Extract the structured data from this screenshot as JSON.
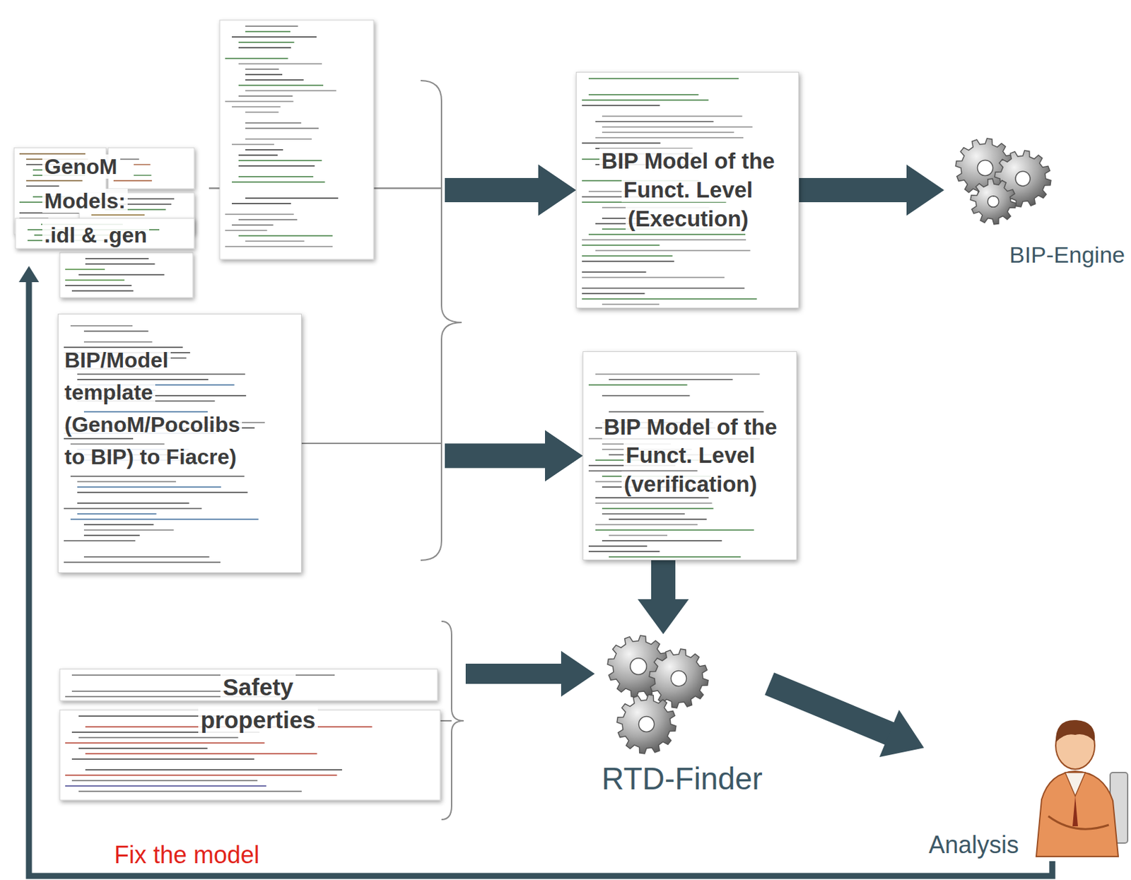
{
  "diagram": {
    "nodes": [
      {
        "text": [
          "GenoM Models: .idl & .gen"
        ]
      },
      {
        "text": [
          "BIP/Model template (GenoM/Pocolibs to BIP) to Fiacre)"
        ]
      },
      {
        "text": [
          "BIP Model of the Funct. Level (Execution)"
        ]
      },
      {
        "text": [
          "BIP Model of the Funct. Level (verification)"
        ]
      },
      {
        "text": [
          "BIP-Engine"
        ]
      },
      {
        "text": [
          "RTD-Finder"
        ]
      },
      {
        "text": [
          "Safety properties"
        ]
      },
      {
        "text": [
          "Analysis"
        ]
      }
    ],
    "edges": [
      {
        "from": 0,
        "to": 2,
        "arrow": "to"
      },
      {
        "from": 1,
        "to": 2,
        "arrow": "to"
      },
      {
        "from": 0,
        "to": 3,
        "arrow": "to"
      },
      {
        "from": 1,
        "to": 3,
        "arrow": "to"
      },
      {
        "from": 2,
        "to": 4,
        "arrow": "to"
      },
      {
        "from": 3,
        "to": 5,
        "arrow": "to"
      },
      {
        "from": 6,
        "to": 5,
        "arrow": "to"
      },
      {
        "from": 5,
        "to": 7,
        "arrow": "to"
      },
      {
        "from": 7,
        "to": 0,
        "label": "Fix the model",
        "arrow": "to"
      }
    ]
  }
}
